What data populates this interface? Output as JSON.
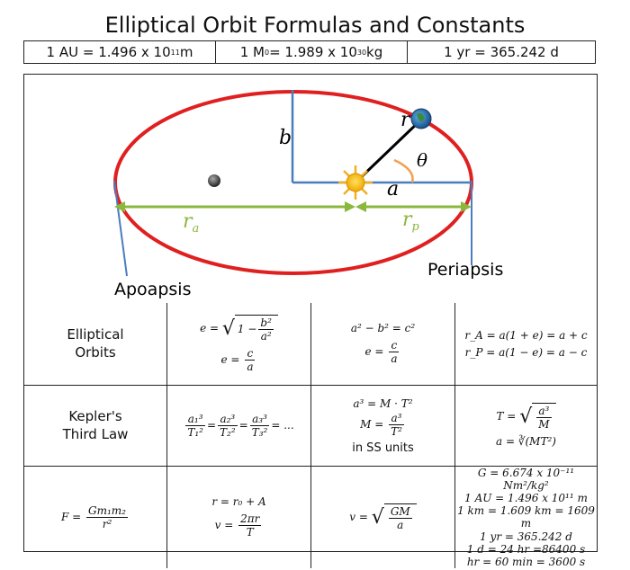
{
  "title": "Elliptical Orbit Formulas and Constants",
  "constants_bar": [
    {
      "pre": "1 AU = 1.496 x 10",
      "exp": "11",
      "post": " m"
    },
    {
      "pre": "1 M",
      "sub": "0",
      "mid": " = 1.989 x 10",
      "exp": "30",
      "post": " kg"
    },
    {
      "pre": "1 yr = 365.242 d"
    }
  ],
  "diagram": {
    "labels": {
      "b": "b",
      "a": "a",
      "r": "r",
      "theta": "θ",
      "r_a": "r",
      "r_a_sub": "a",
      "r_p": "r",
      "r_p_sub": "p",
      "apoapsis": "Apoapsis",
      "periapsis": "Periapsis"
    },
    "colors": {
      "ellipse": "#e02020",
      "axes": "#4a7cc0",
      "distance_arrows": "#8ab83c",
      "angle_arc": "#f0a050",
      "sun": "#f5c018",
      "radius_line": "#000000"
    },
    "icons": [
      "sun-icon",
      "earth-icon",
      "focus-point-icon"
    ]
  },
  "table": {
    "rows": [
      {
        "label_line1": "Elliptical",
        "label_line2": "Orbits",
        "c1": {
          "l1_lhs": "e =",
          "l1_one": "1 −",
          "l1_num": "b²",
          "l1_den": "a²",
          "l2_lhs": "e =",
          "l2_num": "c",
          "l2_den": "a"
        },
        "c2": {
          "l1": "a² − b² = c²",
          "l2_lhs": "e =",
          "l2_num": "c",
          "l2_den": "a"
        },
        "c3": {
          "l1": "r_A = a(1 + e) = a + c",
          "l2": "r_P = a(1 − e) = a − c"
        }
      },
      {
        "label_line1": "Kepler's",
        "label_line2": "Third Law",
        "c1": {
          "n1": "a₁³",
          "d1": "T₁²",
          "n2": "a₂³",
          "d2": "T₂²",
          "n3": "a₃³",
          "d3": "T₃²",
          "tail": "= ..."
        },
        "c2": {
          "l1": "a³ = M · T²",
          "l2_lhs": "M =",
          "l2_num": "a³",
          "l2_den": "T²",
          "note": "in SS units"
        },
        "c3": {
          "l1_lhs": "T =",
          "l1_num": "a³",
          "l1_den": "M",
          "l2": "a = ∛(MT²)"
        }
      },
      {
        "c0": {
          "lhs": "F =",
          "num": "Gm₁m₂",
          "den": "r²"
        },
        "c1": {
          "l1": "r = r₀ + A",
          "l2_lhs": "v =",
          "l2_num": "2πr",
          "l2_den": "T"
        },
        "c2": {
          "lhs": "v =",
          "num": "GM",
          "den": "a"
        },
        "c3": {
          "lines": [
            "G = 6.674 x 10⁻¹¹ Nm²/kg²",
            "1 AU = 1.496 x 10¹¹ m",
            "1 km = 1.609 km = 1609 m",
            "1 yr = 365.242 d",
            "1 d = 24 hr =86400 s",
            "hr = 60 min = 3600 s"
          ]
        }
      }
    ]
  }
}
